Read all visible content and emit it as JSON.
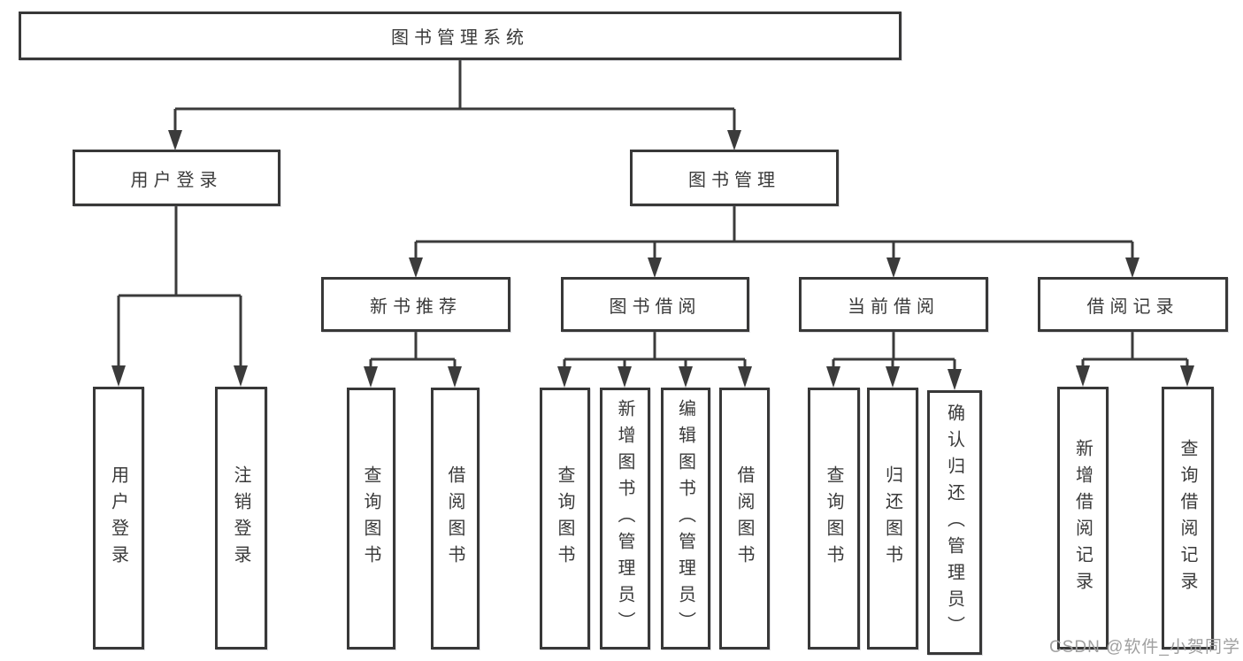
{
  "diagram_type": "hierarchy-tree",
  "nodes": {
    "root": "图书管理系统",
    "user_login": "用户登录",
    "book_mgmt": "图书管理",
    "new_book": "新书推荐",
    "book_borrow": "图书借阅",
    "current_borrow": "当前借阅",
    "borrow_record": "借阅记录",
    "leaf_user_login": "用户登录",
    "leaf_logout": "注销登录",
    "nb_query": "查询图书",
    "nb_borrow": "借阅图书",
    "bb_query": "查询图书",
    "bb_add": "新增图书（管理员）",
    "bb_edit": "编辑图书（管理员）",
    "bb_borrow": "借阅图书",
    "cb_query": "查询图书",
    "cb_return": "归还图书",
    "cb_confirm": "确认归还（管理员）",
    "br_add": "新增借阅记录",
    "br_query": "查询借阅记录"
  },
  "tree": {
    "root": "图书管理系统",
    "children": [
      {
        "label": "用户登录",
        "children": [
          "用户登录",
          "注销登录"
        ]
      },
      {
        "label": "图书管理",
        "children": [
          {
            "label": "新书推荐",
            "children": [
              "查询图书",
              "借阅图书"
            ]
          },
          {
            "label": "图书借阅",
            "children": [
              "查询图书",
              "新增图书（管理员）",
              "编辑图书（管理员）",
              "借阅图书"
            ]
          },
          {
            "label": "当前借阅",
            "children": [
              "查询图书",
              "归还图书",
              "确认归还（管理员）"
            ]
          },
          {
            "label": "借阅记录",
            "children": [
              "新增借阅记录",
              "查询借阅记录"
            ]
          }
        ]
      }
    ]
  },
  "watermark": "CSDN @软件_小贺同学",
  "colors": {
    "ink": "#3a3a3a",
    "line": "#3b3b3b",
    "box_border": "#383838",
    "background": "#ffffff",
    "watermark": "#a0a0a0"
  }
}
